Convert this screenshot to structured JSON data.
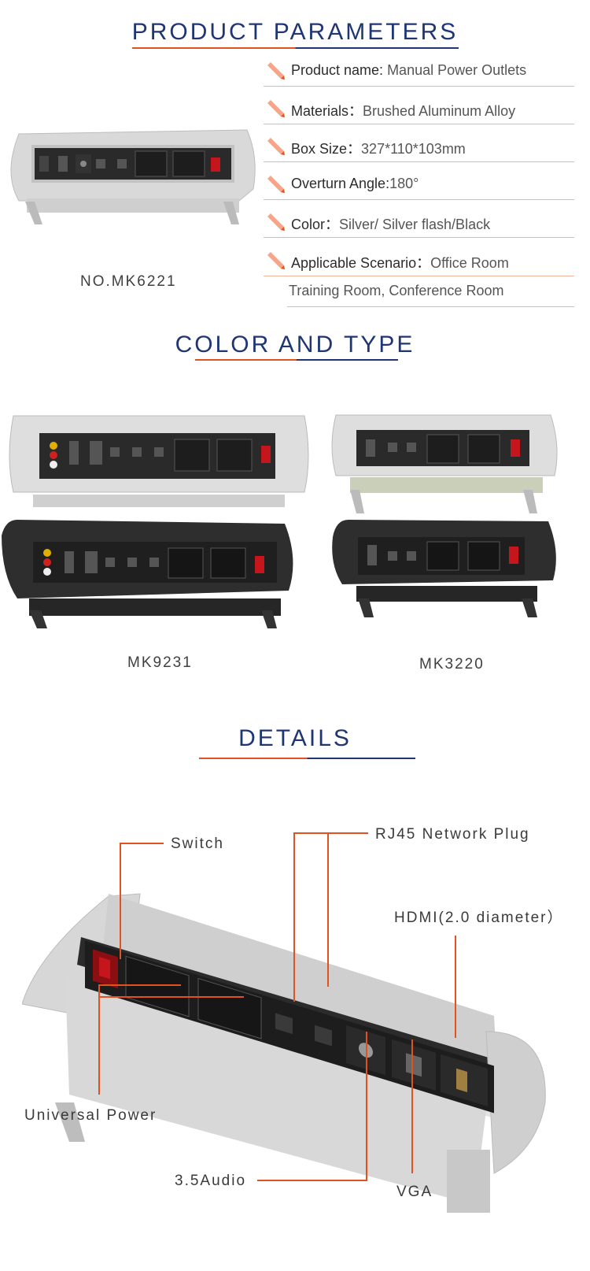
{
  "sections": {
    "params_title": "PRODUCT PARAMETERS",
    "color_title": "COLOR AND TYPE",
    "details_title": "DETAILS"
  },
  "params": [
    {
      "label": "Product name: ",
      "value": "Manual Power Outlets"
    },
    {
      "label": "Materials：",
      "value": "Brushed Aluminum Alloy"
    },
    {
      "label": "Box Size：",
      "value": "327*110*103mm"
    },
    {
      "label": "Overturn Angle:",
      "value": "180°"
    },
    {
      "label": "Color：",
      "value": "Silver/ Silver flash/Black"
    },
    {
      "label": "Applicable Scenario：",
      "value": "Office Room"
    }
  ],
  "params_continuation": "Training Room, Conference Room",
  "product_model": "NO.MK6221",
  "types": [
    {
      "model": "MK9231"
    },
    {
      "model": "MK3220"
    }
  ],
  "callouts": {
    "switch": "Switch",
    "rj45": "RJ45 Network Plug",
    "hdmi": "HDMI(2.0 diameter）",
    "universal_power": "Universal Power",
    "audio": "3.5Audio",
    "vga": "VGA"
  },
  "colors": {
    "title": "#1f3574",
    "accent": "#e0521e",
    "divider": "#f0b49a"
  }
}
